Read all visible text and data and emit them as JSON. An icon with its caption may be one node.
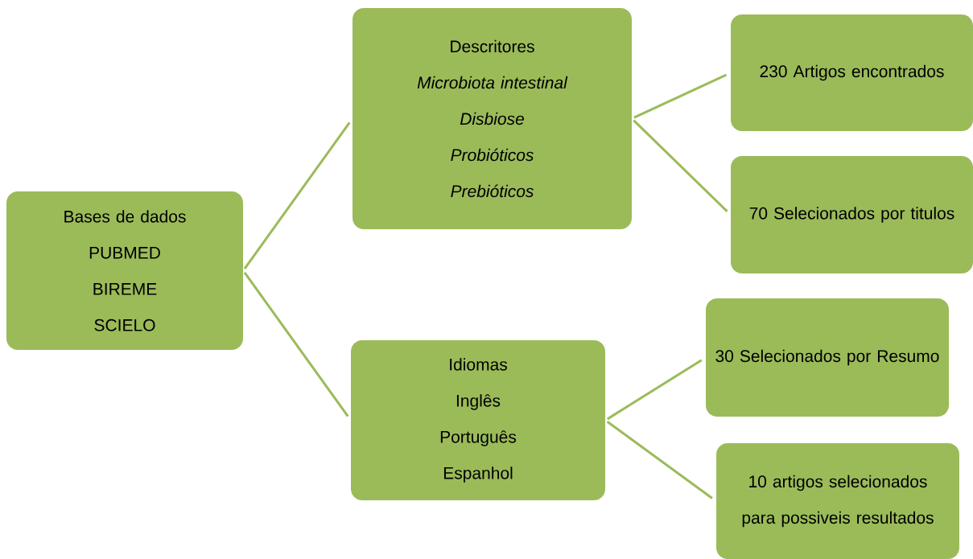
{
  "diagram": {
    "nodes": [
      {
        "text": [
          "Bases de dados",
          "PUBMED",
          "BIREME",
          "SCIELO"
        ]
      },
      {
        "text": [
          "Descritores",
          "Microbiota intestinal",
          "Disbiose",
          "Probióticos",
          "Prebióticos"
        ]
      },
      {
        "text": [
          "230 Artigos encontrados"
        ]
      },
      {
        "text": [
          "70 Selecionados por titulos"
        ]
      },
      {
        "text": [
          "Idiomas",
          "Inglês",
          "Português",
          "Espanhol"
        ]
      },
      {
        "text": [
          "30 Selecionados por Resumo"
        ]
      },
      {
        "text": [
          "10 artigos selecionados para possiveis resultados"
        ]
      }
    ],
    "edges": [
      {
        "from": 0,
        "to": 1,
        "arrow": "none"
      },
      {
        "from": 0,
        "to": 4,
        "arrow": "none"
      },
      {
        "from": 1,
        "to": 2,
        "arrow": "none"
      },
      {
        "from": 1,
        "to": 3,
        "arrow": "none"
      },
      {
        "from": 4,
        "to": 5,
        "arrow": "none"
      },
      {
        "from": 4,
        "to": 6,
        "arrow": "none"
      }
    ]
  }
}
